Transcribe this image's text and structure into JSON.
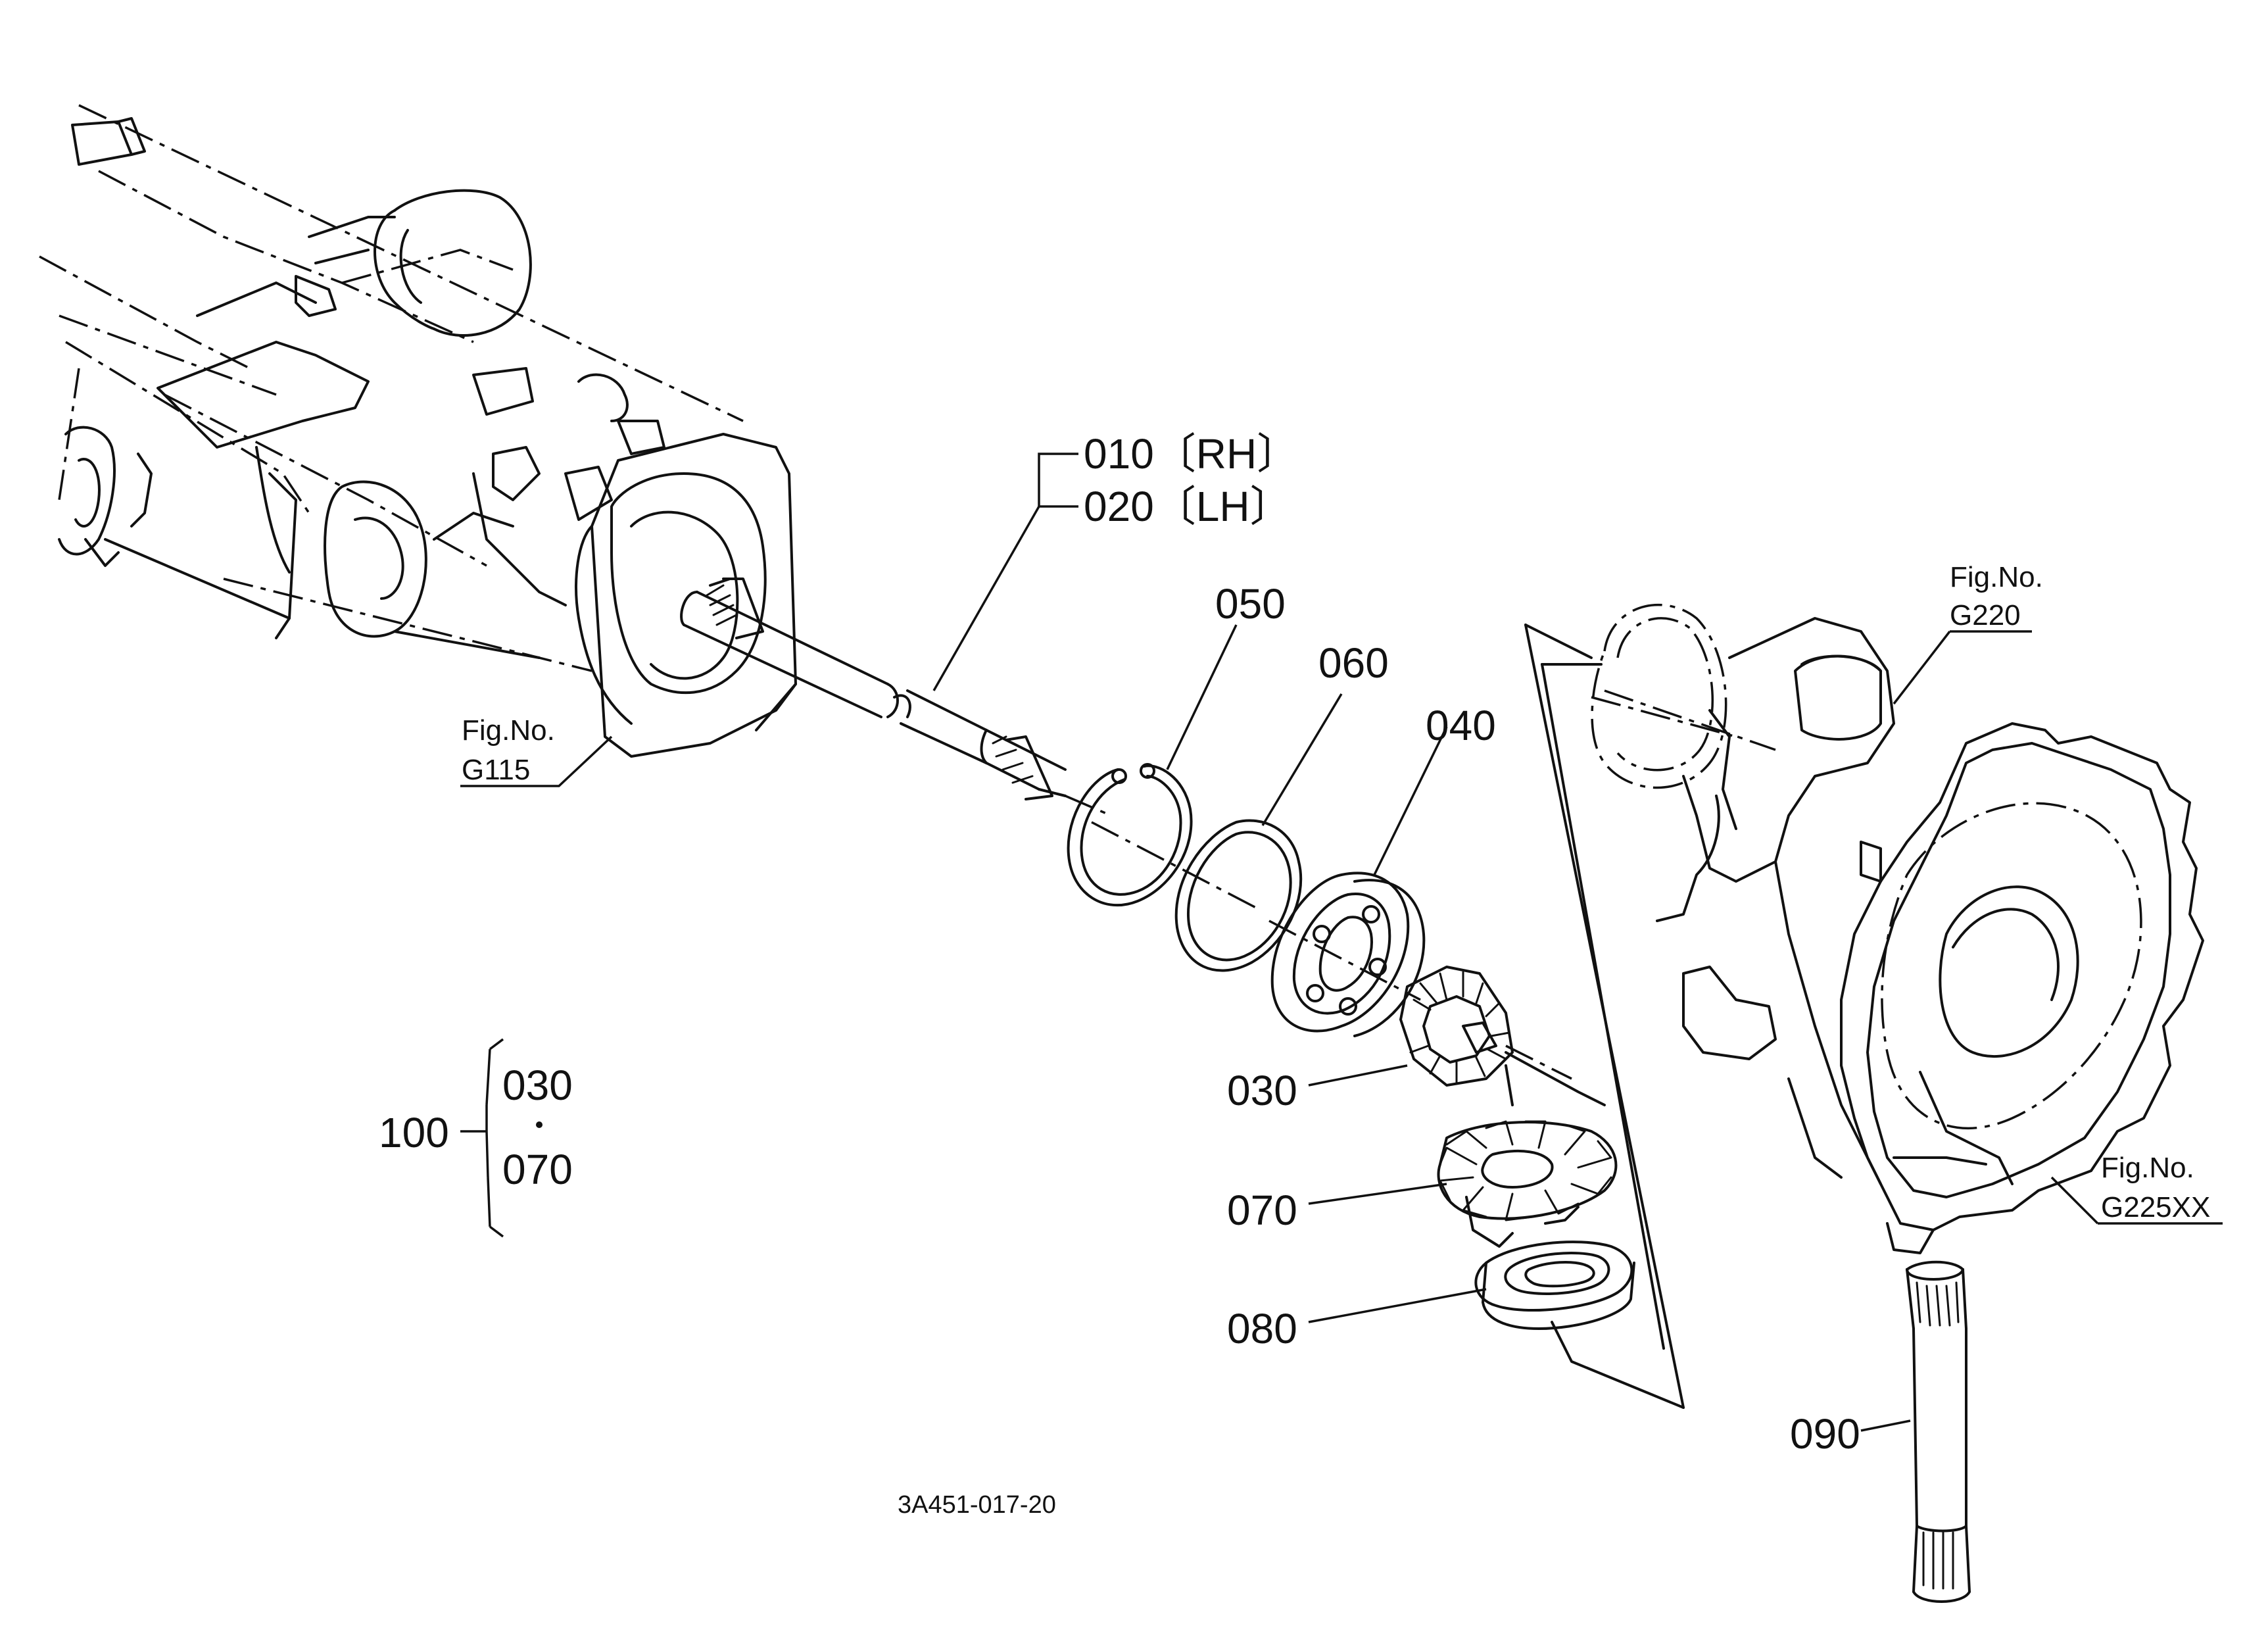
{
  "labels": {
    "p010": "010〔RH〕",
    "p020": "020〔LH〕",
    "p050": "050",
    "p060": "060",
    "p040": "040",
    "p030": "030",
    "p070": "070",
    "p080": "080",
    "p090": "090",
    "assembly_number": "100",
    "assembly_from": "030",
    "assembly_to": "070"
  },
  "figure_refs": {
    "left": {
      "prefix": "Fig.No.",
      "code": "G115"
    },
    "top_right": {
      "prefix": "Fig.No.",
      "code": "G220"
    },
    "right": {
      "prefix": "Fig.No.",
      "code": "G225XX"
    }
  },
  "drawing_code": "3A451-017-20"
}
